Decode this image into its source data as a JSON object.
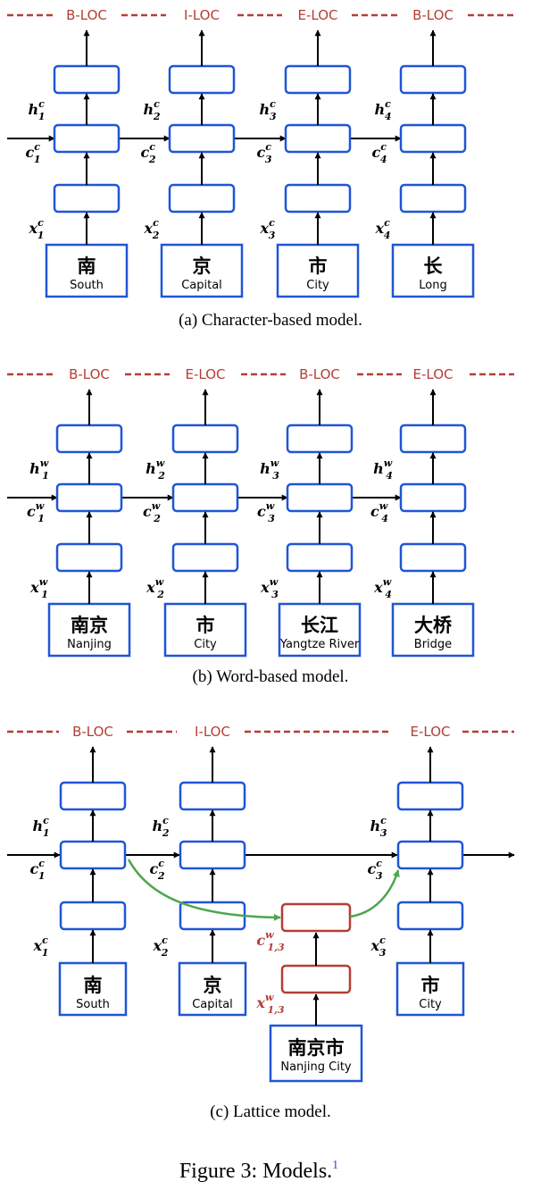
{
  "colors": {
    "box": "#1f56d6",
    "lattice_box": "#b53e34",
    "tag": "#b53e34",
    "green_arrow": "#4da64d",
    "line": "#000000"
  },
  "panel_a": {
    "tags": [
      "B-LOC",
      "I-LOC",
      "E-LOC",
      "B-LOC"
    ],
    "h_vars": [
      {
        "base": "h",
        "sup": "c",
        "sub": "1"
      },
      {
        "base": "h",
        "sup": "c",
        "sub": "2"
      },
      {
        "base": "h",
        "sup": "c",
        "sub": "3"
      },
      {
        "base": "h",
        "sup": "c",
        "sub": "4"
      }
    ],
    "c_vars": [
      {
        "base": "c",
        "sup": "c",
        "sub": "1"
      },
      {
        "base": "c",
        "sup": "c",
        "sub": "2"
      },
      {
        "base": "c",
        "sup": "c",
        "sub": "3"
      },
      {
        "base": "c",
        "sup": "c",
        "sub": "4"
      }
    ],
    "x_vars": [
      {
        "base": "x",
        "sup": "c",
        "sub": "1"
      },
      {
        "base": "x",
        "sup": "c",
        "sub": "2"
      },
      {
        "base": "x",
        "sup": "c",
        "sub": "3"
      },
      {
        "base": "x",
        "sup": "c",
        "sub": "4"
      }
    ],
    "inputs": [
      {
        "word": "南",
        "translation": "South"
      },
      {
        "word": "京",
        "translation": "Capital"
      },
      {
        "word": "市",
        "translation": "City"
      },
      {
        "word": "长",
        "translation": "Long"
      }
    ],
    "caption": "(a)  Character-based model."
  },
  "panel_b": {
    "tags": [
      "B-LOC",
      "E-LOC",
      "B-LOC",
      "E-LOC"
    ],
    "h_vars": [
      {
        "base": "h",
        "sup": "w",
        "sub": "1"
      },
      {
        "base": "h",
        "sup": "w",
        "sub": "2"
      },
      {
        "base": "h",
        "sup": "w",
        "sub": "3"
      },
      {
        "base": "h",
        "sup": "w",
        "sub": "4"
      }
    ],
    "c_vars": [
      {
        "base": "c",
        "sup": "w",
        "sub": "1"
      },
      {
        "base": "c",
        "sup": "w",
        "sub": "2"
      },
      {
        "base": "c",
        "sup": "w",
        "sub": "3"
      },
      {
        "base": "c",
        "sup": "w",
        "sub": "4"
      }
    ],
    "x_vars": [
      {
        "base": "x",
        "sup": "w",
        "sub": "1"
      },
      {
        "base": "x",
        "sup": "w",
        "sub": "2"
      },
      {
        "base": "x",
        "sup": "w",
        "sub": "3"
      },
      {
        "base": "x",
        "sup": "w",
        "sub": "4"
      }
    ],
    "inputs": [
      {
        "word": "南京",
        "translation": "Nanjing"
      },
      {
        "word": "市",
        "translation": "City"
      },
      {
        "word": "长江",
        "translation": "Yangtze  River"
      },
      {
        "word": "大桥",
        "translation": "Bridge"
      }
    ],
    "caption": "(b)  Word-based model."
  },
  "panel_c": {
    "tags": [
      "B-LOC",
      "I-LOC",
      "E-LOC"
    ],
    "h_vars": [
      {
        "base": "h",
        "sup": "c",
        "sub": "1"
      },
      {
        "base": "h",
        "sup": "c",
        "sub": "2"
      },
      {
        "base": "h",
        "sup": "c",
        "sub": "3"
      }
    ],
    "c_vars": [
      {
        "base": "c",
        "sup": "c",
        "sub": "1"
      },
      {
        "base": "c",
        "sup": "c",
        "sub": "2"
      },
      {
        "base": "c",
        "sup": "c",
        "sub": "3"
      }
    ],
    "x_vars": [
      {
        "base": "x",
        "sup": "c",
        "sub": "1"
      },
      {
        "base": "x",
        "sup": "c",
        "sub": "2"
      },
      {
        "base": "x",
        "sup": "c",
        "sub": "3"
      }
    ],
    "inputs": [
      {
        "word": "南",
        "translation": "South"
      },
      {
        "word": "京",
        "translation": "Capital"
      },
      {
        "word": "市",
        "translation": "City"
      }
    ],
    "lattice_c_var": {
      "base": "c",
      "sup": "w",
      "sub": "1,3"
    },
    "lattice_x_var": {
      "base": "x",
      "sup": "w",
      "sub": "1,3"
    },
    "lattice_input": {
      "word": "南京市",
      "translation": "Nanjing City"
    },
    "caption": "(c)  Lattice model."
  },
  "figure": {
    "title": "Figure 3: Models.",
    "footnote_mark": "1"
  }
}
